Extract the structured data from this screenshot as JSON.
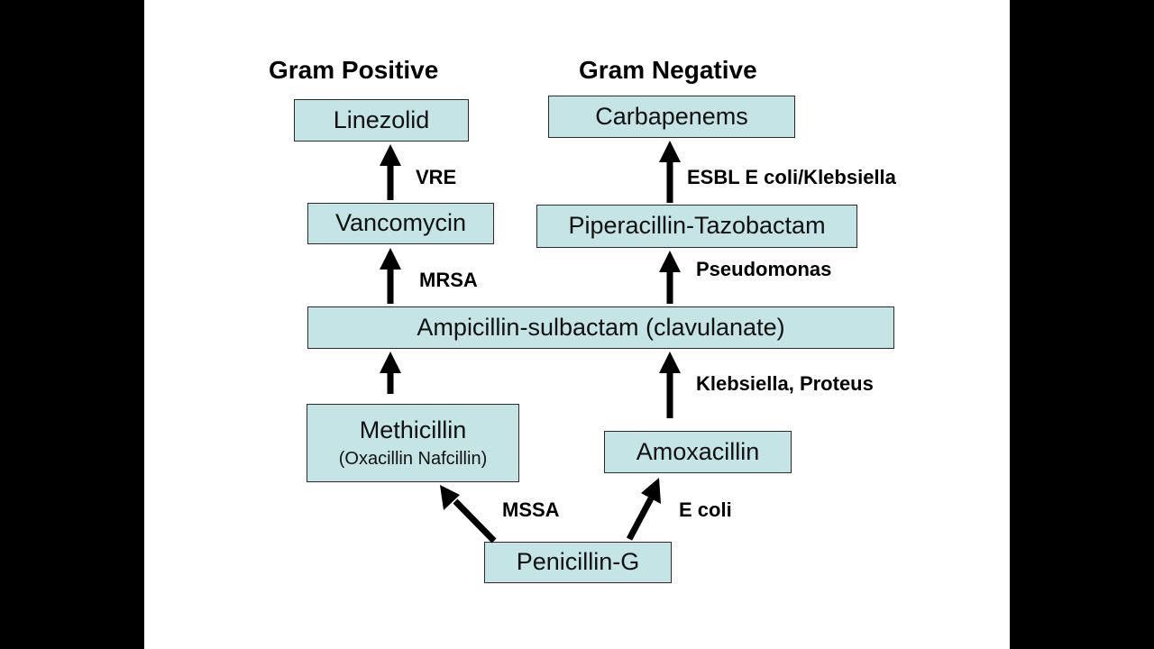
{
  "colors": {
    "box_fill": "#c4e4e6",
    "arrow": "#000000",
    "background": "#ffffff",
    "letterbox": "#000000"
  },
  "headings": {
    "gram_positive": "Gram Positive",
    "gram_negative": "Gram Negative"
  },
  "nodes": {
    "linezolid": "Linezolid",
    "carbapenems": "Carbapenems",
    "vancomycin": "Vancomycin",
    "pip_tazo": "Piperacillin-Tazobactam",
    "amp_sulbactam": "Ampicillin-sulbactam (clavulanate)",
    "methicillin": "Methicillin",
    "methicillin_sub": "(Oxacillin Nafcillin)",
    "amoxacillin": "Amoxacillin",
    "penicillin_g": "Penicillin-G"
  },
  "edges": {
    "vre": "VRE",
    "esbl": "ESBL E coli/Klebsiella",
    "mrsa": "MRSA",
    "pseudomonas": "Pseudomonas",
    "klebsiella_proteus": "Klebsiella, Proteus",
    "mssa": "MSSA",
    "e_coli": "E coli"
  }
}
